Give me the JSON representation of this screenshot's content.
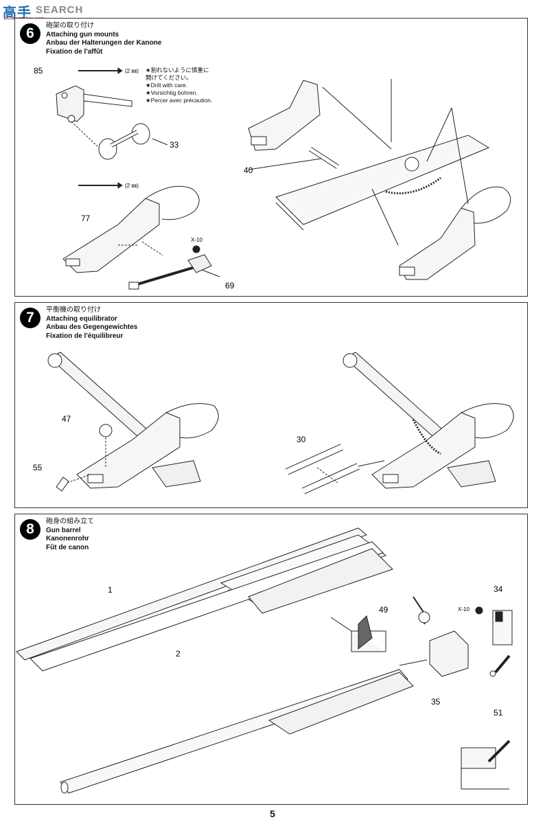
{
  "watermark": {
    "logo": "高手",
    "search": "SEARCH",
    "url": "www.gaoshou.com"
  },
  "steps": [
    {
      "number": "6",
      "titles": [
        "砲架の取り付け",
        "Attaching gun mounts",
        "Anbau der Halterungen der Kanone",
        "Fixation de l'affût"
      ],
      "parts": [
        "85",
        "33",
        "77",
        "69",
        "40"
      ],
      "drill_label": "(2 ㎜)",
      "screw_label": "X-10",
      "notes": [
        "★割れないように慎重に",
        "開けてください。",
        "★Drill with care.",
        "★Vorsichtig bohren.",
        "★Percer avec précaution."
      ]
    },
    {
      "number": "7",
      "titles": [
        "平衡機の取り付け",
        "Attaching equilibrator",
        "Anbau des Gegengewichtes",
        "Fixation de l'équilibreur"
      ],
      "parts": [
        "47",
        "55",
        "30"
      ]
    },
    {
      "number": "8",
      "titles": [
        "砲身の組み立て",
        "Gun barrel",
        "Kanonenrohr",
        "Fût de canon"
      ],
      "parts": [
        "1",
        "2",
        "49",
        "34",
        "35",
        "51"
      ],
      "screw_label": "X-10"
    }
  ],
  "page_number": "5"
}
